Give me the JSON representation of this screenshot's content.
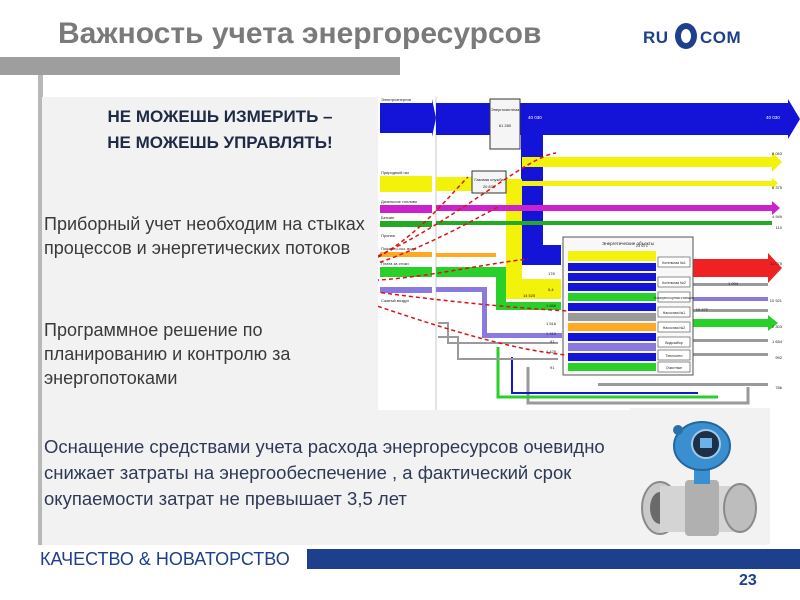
{
  "slide": {
    "title": "Важность учета энергоресурсов",
    "logo": {
      "left": "RU",
      "right": "COM"
    },
    "slogan_line1": "НЕ МОЖЕШЬ ИЗМЕРИТЬ –",
    "slogan_line2": "НЕ МОЖЕШЬ УПРАВЛЯТЬ!",
    "paragraph1": "Приборный учет необходим на стыках процессов и энергетических потоков",
    "paragraph2": "Программное решение по планированию и контролю за энергопотоками",
    "paragraph3": "Оснащение средствами учета расхода энергоресурсов очевидно снижает затраты на энергообеспечение , а фактический срок окупаемости затрат не превышает 3,5 лет",
    "footer": "КАЧЕСТВО & НОВАТОРСТВО",
    "page_number": "23"
  },
  "diagram": {
    "top_value_left": "40 030",
    "top_value_right": "40 030",
    "center_box": "Энергосистема",
    "center_box_value": "61 280",
    "gas_box": "Газовая служба",
    "gas_box_value": "20 878",
    "objects_header": "Энергетические объекты",
    "right_values": [
      "8 063",
      "6 375",
      "4 949",
      "110",
      "23 671",
      "11 075",
      "1 094",
      "10 921",
      "10 472",
      "2 303",
      "1 654",
      "992",
      "786"
    ],
    "left_labels": [
      "Электроэнергия",
      "Природный газ",
      "Дизельное топливо",
      "Бензин",
      "Пропан",
      "Пожарно-хоз. вода",
      "Плата за стоки",
      "Сжатый воздух"
    ],
    "station_labels": [
      "Котельная №1",
      "Котельная №2",
      "Компрессорная станция",
      "Насосная №1",
      "Насосная №2",
      "Водозабор",
      "Теплосети",
      "Очистные"
    ],
    "mid_values": [
      "14 525",
      "178",
      "5,4",
      "1 666",
      "1 516",
      "1 310",
      "91",
      "4 425",
      "91"
    ],
    "colors": {
      "electricity": "#1414d8",
      "gas": "#f2f20a",
      "diesel": "#cc22cc",
      "petrol": "#22aa22",
      "steam": "#ee2222",
      "water": "#ffaa22",
      "air": "#2ad02a",
      "sewage": "#8a7ae0",
      "grey": "#9a9a9a"
    }
  }
}
